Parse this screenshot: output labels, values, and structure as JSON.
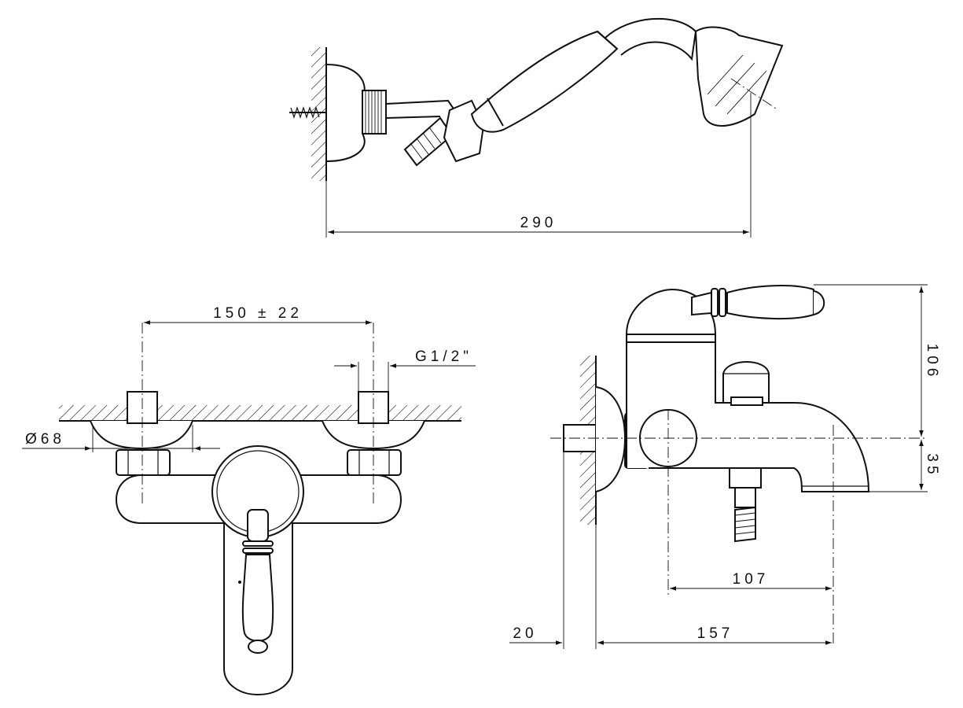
{
  "dimensions": {
    "handshower_length": "290",
    "inlet_spacing": "150 ± 22",
    "thread_size": "G1/2\"",
    "flange_diameter": "Ø68",
    "total_height": "106",
    "spout_drop": "35",
    "spout_reach": "107",
    "wall_offset": "20",
    "body_depth": "157"
  }
}
